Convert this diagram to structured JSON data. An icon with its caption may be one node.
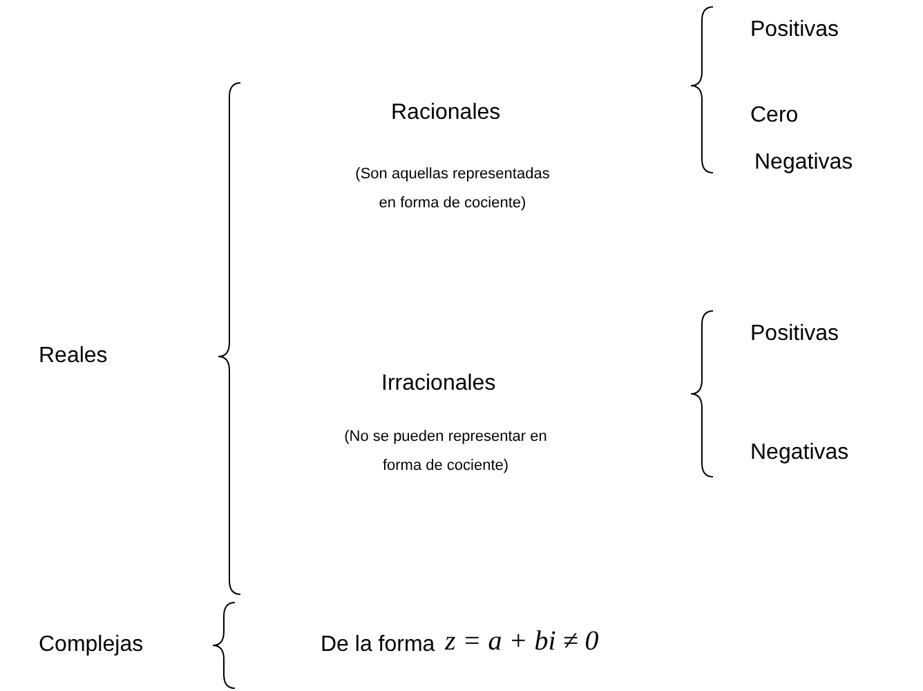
{
  "diagram": {
    "labels": [
      "Positivas",
      "Racionales",
      "Cero",
      "(Son aquellas representadas en forma de cociente)",
      "Negativas",
      "Reales",
      "Positivas",
      "Irracionales",
      "(No se pueden representar en forma de cociente)",
      "Negativas",
      "Complejas",
      "De la forma",
      "z = a + bi ≠ 0"
    ]
  }
}
